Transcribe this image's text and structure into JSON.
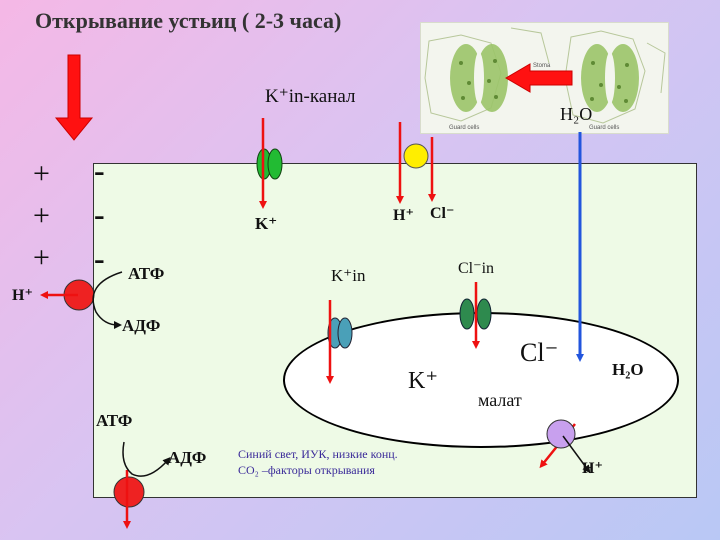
{
  "title": "Открывание устьиц ( 2-3 часа)",
  "channel_label": "K⁺in-канал",
  "water": {
    "top": "H₂O",
    "right": "H₂O"
  },
  "membrane_charges": {
    "plus": [
      "+",
      "+",
      "+"
    ],
    "minus": [
      "-",
      "-",
      "-"
    ]
  },
  "ions": {
    "h_left": "H⁺",
    "k_plus_top": "K⁺",
    "h_plus_top": "H⁺",
    "cl_top": "Cl⁻",
    "cl_in": "Cl⁻in",
    "k_in": "K⁺in",
    "k_plus_vacuole": "K⁺",
    "cl_vacuole": "Cl⁻",
    "malate": "малат",
    "h_bottom": "H⁺"
  },
  "energy": {
    "atp_top": "АТФ",
    "adp_top": "АДФ",
    "atp_bottom": "АТФ",
    "adp_bottom": "АДФ"
  },
  "factors_line1": "Синий свет, ИУК, низкие конц.",
  "factors_line2": "CO₂ –факторы открывания",
  "photo_labels": {
    "stoma": "Stoma",
    "guard_cells": "Guard cells"
  },
  "colors": {
    "arrow_red": "#ee1111",
    "arrow_blue": "#2255dd",
    "channel_green": "#22bb33",
    "channel_yellow": "#ffee00",
    "channel_teal": "#4aa0b8",
    "channel_darkgreen": "#2e8a4e",
    "pump_red": "#ee2222",
    "pump_lilac": "#c8a0ee",
    "cell_fill": "#eefae6"
  }
}
